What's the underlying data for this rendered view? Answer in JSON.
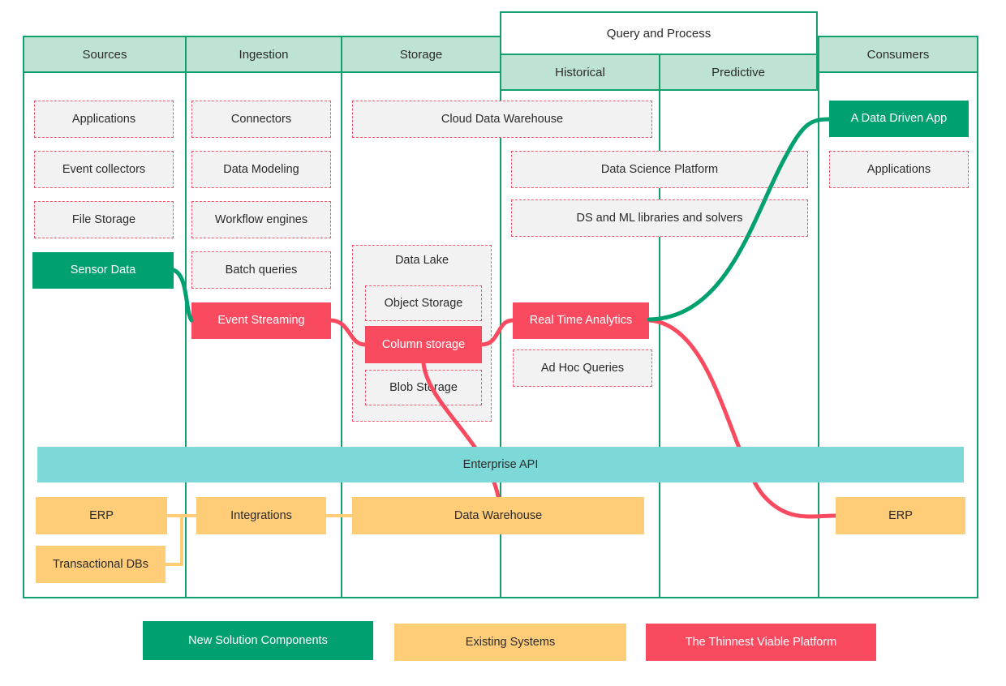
{
  "diagram": {
    "title_present": false,
    "colors": {
      "green": "#00a070",
      "header_green": "#bfe3d3",
      "border_green": "#12a06f",
      "pink": "#fa4a5f",
      "orange": "#ffcc77",
      "teal": "#7dd8d8",
      "dashed_fill": "#f2f2f2",
      "dashed_stroke": "#f4576c"
    }
  },
  "lanes": [
    {
      "id": "sources",
      "label": "Sources"
    },
    {
      "id": "ingestion",
      "label": "Ingestion"
    },
    {
      "id": "storage",
      "label": "Storage"
    },
    {
      "id": "historical",
      "label": "Historical"
    },
    {
      "id": "predictive",
      "label": "Predictive"
    },
    {
      "id": "consumers",
      "label": "Consumers"
    }
  ],
  "group_header": {
    "label": "Query and Process"
  },
  "nodes": {
    "sources": [
      {
        "label": "Applications",
        "style": "dashed"
      },
      {
        "label": "Event collectors",
        "style": "dashed"
      },
      {
        "label": "File Storage",
        "style": "dashed"
      },
      {
        "label": "Sensor Data",
        "style": "green"
      }
    ],
    "ingestion": [
      {
        "label": "Connectors",
        "style": "dashed"
      },
      {
        "label": "Data Modeling",
        "style": "dashed"
      },
      {
        "label": "Workflow engines",
        "style": "dashed"
      },
      {
        "label": "Batch queries",
        "style": "dashed"
      },
      {
        "label": "Event Streaming",
        "style": "pink"
      }
    ],
    "storage": [
      {
        "label": "Cloud Data Warehouse",
        "style": "dashed"
      },
      {
        "label": "Data Lake",
        "style": "dashed-group"
      },
      {
        "label": "Object Storage",
        "style": "dashed"
      },
      {
        "label": "Column storage",
        "style": "pink"
      },
      {
        "label": "Blob Storage",
        "style": "dashed"
      }
    ],
    "query": [
      {
        "label": "Data Science Platform",
        "style": "dashed"
      },
      {
        "label": "DS and ML libraries and solvers",
        "style": "dashed"
      },
      {
        "label": "Real Time Analytics",
        "style": "pink"
      },
      {
        "label": "Ad Hoc Queries",
        "style": "dashed"
      }
    ],
    "consumers": [
      {
        "label": "A Data Driven App",
        "style": "green"
      },
      {
        "label": "Applications",
        "style": "dashed"
      }
    ],
    "api_band": {
      "label": "Enterprise API",
      "style": "teal"
    },
    "existing": [
      {
        "label": "ERP",
        "style": "orange"
      },
      {
        "label": "Transactional DBs",
        "style": "orange"
      },
      {
        "label": "Integrations",
        "style": "orange"
      },
      {
        "label": "Data Warehouse",
        "style": "orange"
      },
      {
        "label": "ERP",
        "style": "orange"
      }
    ]
  },
  "legend": [
    {
      "label": "New Solution Components",
      "color": "#00a070"
    },
    {
      "label": "Existing Systems",
      "color": "#ffcc77"
    },
    {
      "label": "The Thinnest Viable Platform",
      "color": "#fa4a5f"
    }
  ]
}
